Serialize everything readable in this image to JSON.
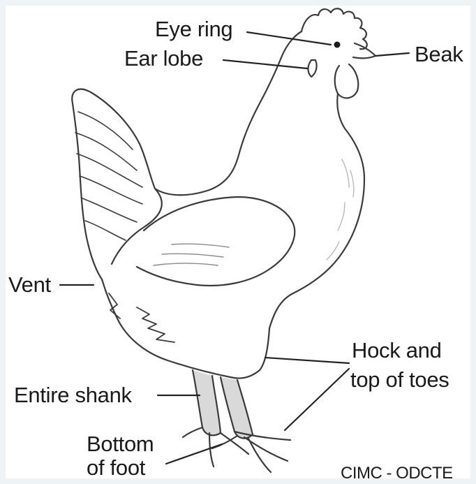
{
  "labels": {
    "eye_ring": "Eye ring",
    "ear_lobe": "Ear lobe",
    "beak": "Beak",
    "vent": "Vent",
    "hock_line1": "Hock and",
    "hock_line2": "top of toes",
    "entire_shank": "Entire shank",
    "bottom_line1": "Bottom",
    "bottom_line2": "of foot"
  },
  "credit": "CIMC - ODCTE",
  "colors": {
    "outline": "#3a3a3a",
    "shading": "#b9b9b9",
    "leg_fill": "#d9d9d9",
    "background_border": "#eef4f6"
  }
}
